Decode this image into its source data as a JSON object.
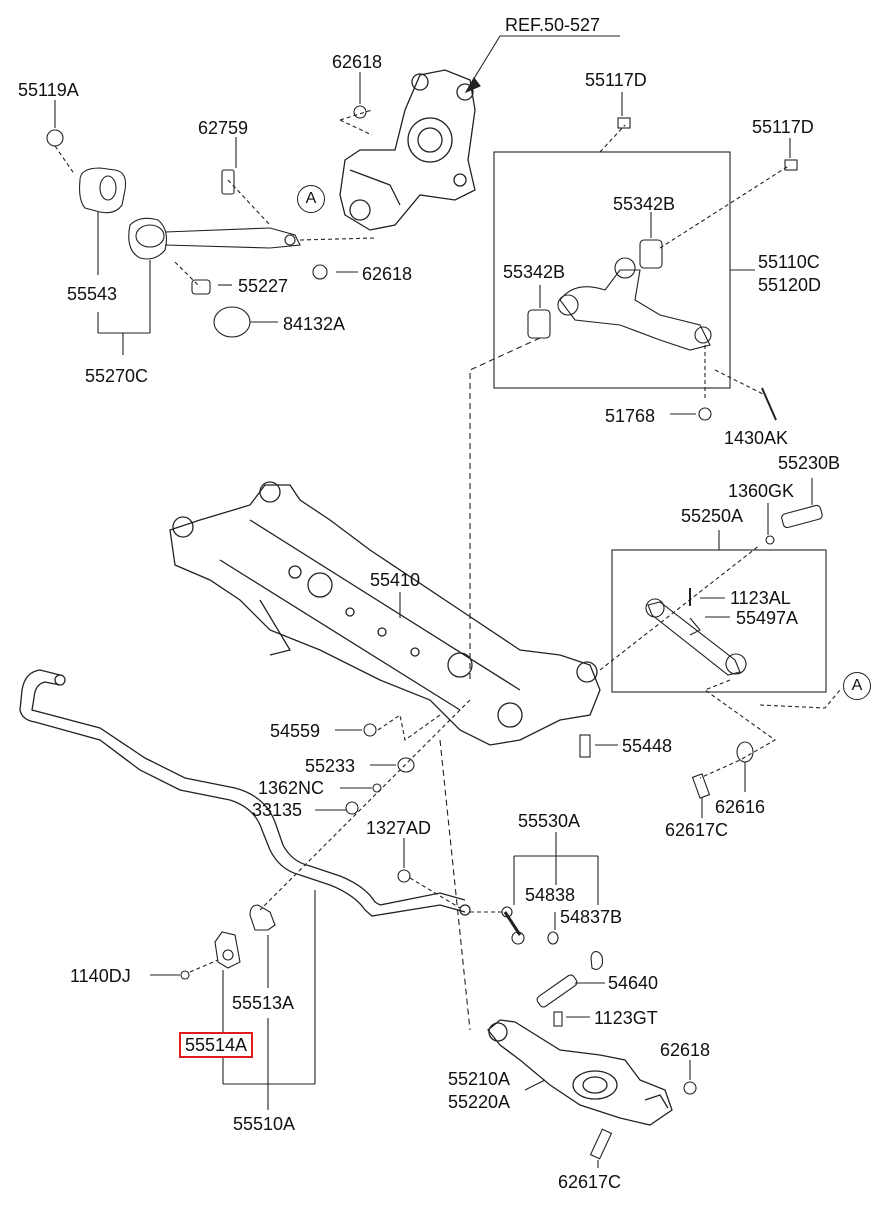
{
  "diagram": {
    "ref_label": "REF.50-527",
    "connector_a": "A",
    "labels": {
      "p62618_top": "62618",
      "p55119A": "55119A",
      "p62759": "62759",
      "p55117D_top": "55117D",
      "p55117D_right": "55117D",
      "p55342B_upper": "55342B",
      "p55342B_lower": "55342B",
      "p55110C": "55110C",
      "p55120D": "55120D",
      "p55543": "55543",
      "p55227": "55227",
      "p62618_mid": "62618",
      "p84132A": "84132A",
      "p55270C": "55270C",
      "p51768": "51768",
      "p1430AK": "1430AK",
      "p55230B": "55230B",
      "p1360GK": "1360GK",
      "p55250A": "55250A",
      "p55410": "55410",
      "p1123AL": "1123AL",
      "p55497A": "55497A",
      "p54559": "54559",
      "p55448": "55448",
      "p55233": "55233",
      "p1362NC": "1362NC",
      "p33135": "33135",
      "p62616": "62616",
      "p62617C_mid": "62617C",
      "p1327AD": "1327AD",
      "p55530A": "55530A",
      "p54838": "54838",
      "p54837B": "54837B",
      "p1140DJ": "1140DJ",
      "p55513A": "55513A",
      "p54640": "54640",
      "p1123GT": "1123GT",
      "p55514A": "55514A",
      "p62618_low": "62618",
      "p55210A": "55210A",
      "p55220A": "55220A",
      "p55510A": "55510A",
      "p62617C_low": "62617C"
    },
    "highlight_part": "55514A",
    "highlight_color": "#e01b1b",
    "line_color": "#222222"
  }
}
